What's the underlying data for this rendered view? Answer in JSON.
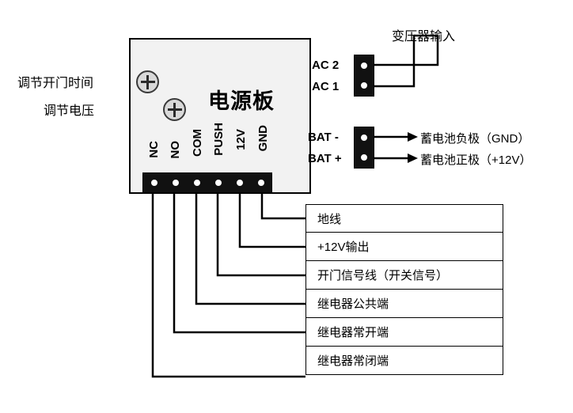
{
  "diagram": {
    "title_board": "电源板",
    "left_labels": [
      "调节开门时间",
      "调节电压"
    ],
    "top_right_label": "变压器输入",
    "terminal_labels": {
      "ac2": "AC 2",
      "ac1": "AC 1",
      "bat_neg": "BAT -",
      "bat_pos": "BAT +"
    },
    "right_labels": [
      "蓄电池负极（GND）",
      "蓄电池正极（+12V）"
    ],
    "pins": [
      "NC",
      "NO",
      "COM",
      "PUSH",
      "12V",
      "GND"
    ],
    "legend_rows": [
      "地线",
      "+12V输出",
      "开门信号线（开关信号）",
      "继电器公共端",
      "继电器常开端",
      "继电器常闭端"
    ]
  }
}
